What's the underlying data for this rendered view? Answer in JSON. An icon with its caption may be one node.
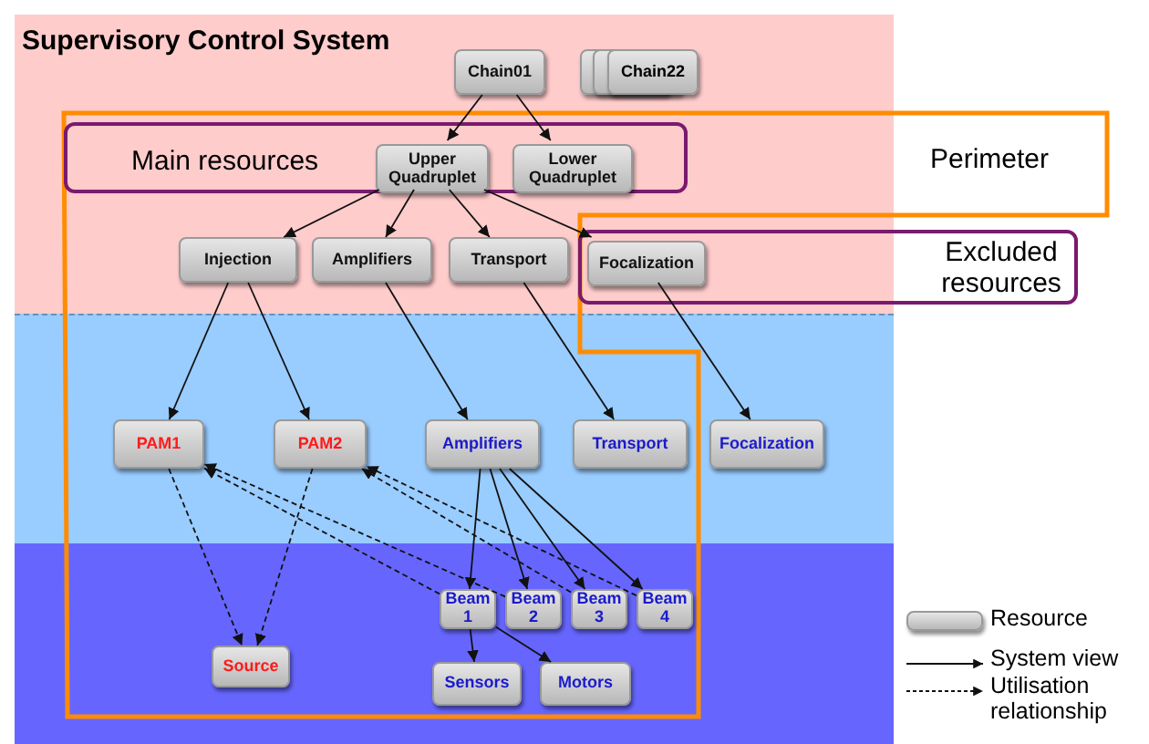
{
  "diagram": {
    "title": "Supervisory Control System",
    "nodes": [
      {
        "text": [
          "Chain01"
        ]
      },
      {
        "text": [
          "Chain22"
        ]
      },
      {
        "text": [
          "Perimeter"
        ]
      },
      {
        "text": [
          "Main resources"
        ],
        "in": 2
      },
      {
        "text": [
          "Upper Quadruplet"
        ],
        "in": 3
      },
      {
        "text": [
          "Lower Quadruplet"
        ],
        "in": 3
      },
      {
        "text": [
          "Injection"
        ],
        "in": 2
      },
      {
        "text": [
          "Amplifiers"
        ],
        "in": 2
      },
      {
        "text": [
          "Transport"
        ],
        "in": 2
      },
      {
        "text": [
          "Excluded resources"
        ]
      },
      {
        "text": [
          "Focalization"
        ],
        "in": 9
      },
      {
        "text": [
          "PAM1"
        ],
        "in": 2
      },
      {
        "text": [
          "PAM2"
        ],
        "in": 2
      },
      {
        "text": [
          "Amplifiers"
        ],
        "in": 2
      },
      {
        "text": [
          "Transport"
        ],
        "in": 2
      },
      {
        "text": [
          "Focalization"
        ]
      },
      {
        "text": [
          "Source"
        ],
        "in": 2
      },
      {
        "text": [
          "Beam 1"
        ],
        "in": 2
      },
      {
        "text": [
          "Beam 2"
        ],
        "in": 2
      },
      {
        "text": [
          "Beam 3"
        ],
        "in": 2
      },
      {
        "text": [
          "Beam 4"
        ],
        "in": 2
      },
      {
        "text": [
          "Sensors"
        ],
        "in": 2
      },
      {
        "text": [
          "Motors"
        ],
        "in": 2
      }
    ],
    "edges": [
      {
        "from": 0,
        "to": 4,
        "arrow": "to"
      },
      {
        "from": 0,
        "to": 5,
        "arrow": "to"
      },
      {
        "from": 4,
        "to": 6,
        "arrow": "to"
      },
      {
        "from": 4,
        "to": 7,
        "arrow": "to"
      },
      {
        "from": 4,
        "to": 8,
        "arrow": "to"
      },
      {
        "from": 4,
        "to": 10,
        "arrow": "to"
      },
      {
        "from": 6,
        "to": 11,
        "arrow": "to"
      },
      {
        "from": 6,
        "to": 12,
        "arrow": "to"
      },
      {
        "from": 7,
        "to": 13,
        "arrow": "to"
      },
      {
        "from": 8,
        "to": 14,
        "arrow": "to"
      },
      {
        "from": 10,
        "to": 15,
        "arrow": "to"
      },
      {
        "from": 11,
        "to": 16,
        "arrow": "to",
        "style": "dashed"
      },
      {
        "from": 12,
        "to": 16,
        "arrow": "to",
        "style": "dashed"
      },
      {
        "from": 17,
        "to": 11,
        "arrow": "to",
        "style": "dashed"
      },
      {
        "from": 18,
        "to": 11,
        "arrow": "to",
        "style": "dashed"
      },
      {
        "from": 19,
        "to": 12,
        "arrow": "to",
        "style": "dashed"
      },
      {
        "from": 20,
        "to": 12,
        "arrow": "to",
        "style": "dashed"
      },
      {
        "from": 13,
        "to": 17,
        "arrow": "to"
      },
      {
        "from": 13,
        "to": 18,
        "arrow": "to"
      },
      {
        "from": 13,
        "to": 19,
        "arrow": "to"
      },
      {
        "from": 13,
        "to": 20,
        "arrow": "to"
      },
      {
        "from": 17,
        "to": 21,
        "arrow": "to"
      },
      {
        "from": 17,
        "to": 22,
        "arrow": "to"
      }
    ],
    "legend": [
      {
        "text": "Resource"
      },
      {
        "text": "System view"
      },
      {
        "text": "Utilisation relationship"
      }
    ]
  }
}
